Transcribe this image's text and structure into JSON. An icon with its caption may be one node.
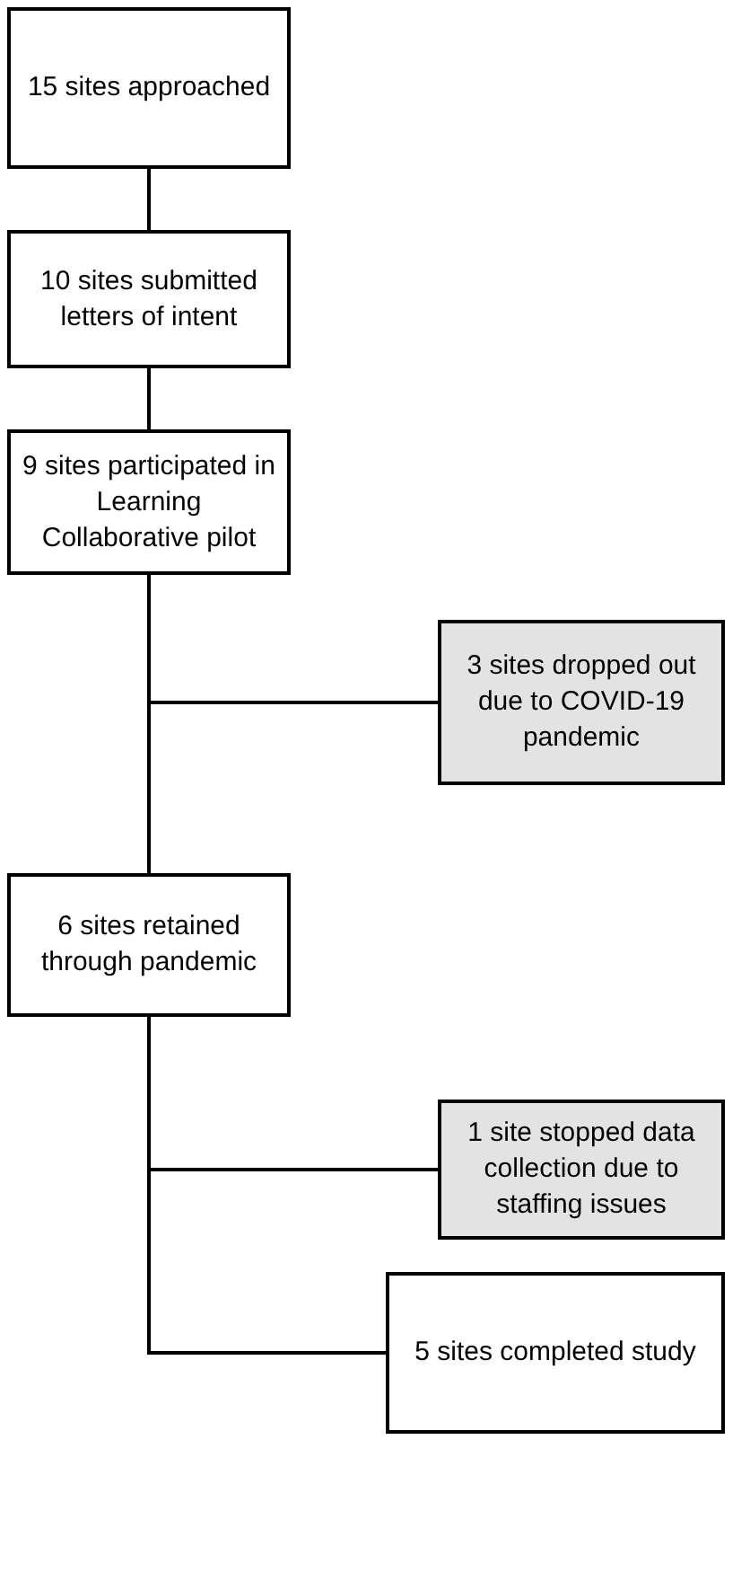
{
  "diagram": {
    "nodes": [
      {
        "text": [
          "15 sites approached"
        ]
      },
      {
        "text": [
          "10 sites submitted letters of intent"
        ]
      },
      {
        "text": [
          "9 sites participated in Learning Collaborative pilot"
        ]
      },
      {
        "text": [
          "3 sites dropped out due to COVID-19 pandemic"
        ]
      },
      {
        "text": [
          "6 sites retained through pandemic"
        ]
      },
      {
        "text": [
          "1 site stopped data collection due to staffing issues"
        ]
      },
      {
        "text": [
          "5 sites completed study"
        ]
      }
    ],
    "edges": [
      {
        "from": 0,
        "to": 1,
        "arrow": "none"
      },
      {
        "from": 1,
        "to": 2,
        "arrow": "none"
      },
      {
        "from": 2,
        "to": 4,
        "arrow": "none"
      },
      {
        "from": 2,
        "to": 3,
        "arrow": "none"
      },
      {
        "from": 4,
        "to": 5,
        "arrow": "none"
      },
      {
        "from": 4,
        "to": 6,
        "arrow": "none"
      }
    ]
  }
}
